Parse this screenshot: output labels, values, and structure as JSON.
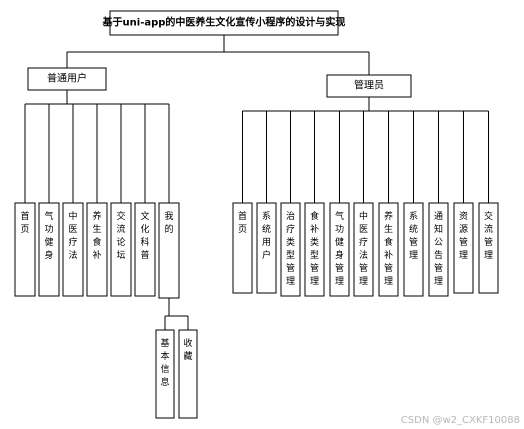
{
  "root": {
    "label": "基于uni-app的中医养生文化宣传小程序的设计与实现"
  },
  "groups": [
    {
      "label": "普通用户",
      "children": [
        {
          "label": "首页"
        },
        {
          "label": "气功健身"
        },
        {
          "label": "中医疗法"
        },
        {
          "label": "养生食补"
        },
        {
          "label": "交流论坛"
        },
        {
          "label": "文化科普"
        },
        {
          "label": "我的",
          "children": [
            {
              "label": "基本信息"
            },
            {
              "label": "收藏"
            }
          ]
        }
      ]
    },
    {
      "label": "管理员",
      "children": [
        {
          "label": "首页"
        },
        {
          "label": "系统用户"
        },
        {
          "label": "治疗类型管理"
        },
        {
          "label": "食补类型管理"
        },
        {
          "label": "气功健身管理"
        },
        {
          "label": "中医疗法管理"
        },
        {
          "label": "养生食补管理"
        },
        {
          "label": "系统管理"
        },
        {
          "label": "通知公告管理"
        },
        {
          "label": "资源管理"
        },
        {
          "label": "交流管理"
        }
      ]
    }
  ],
  "watermark": "CSDN @w2_CXKF10088"
}
